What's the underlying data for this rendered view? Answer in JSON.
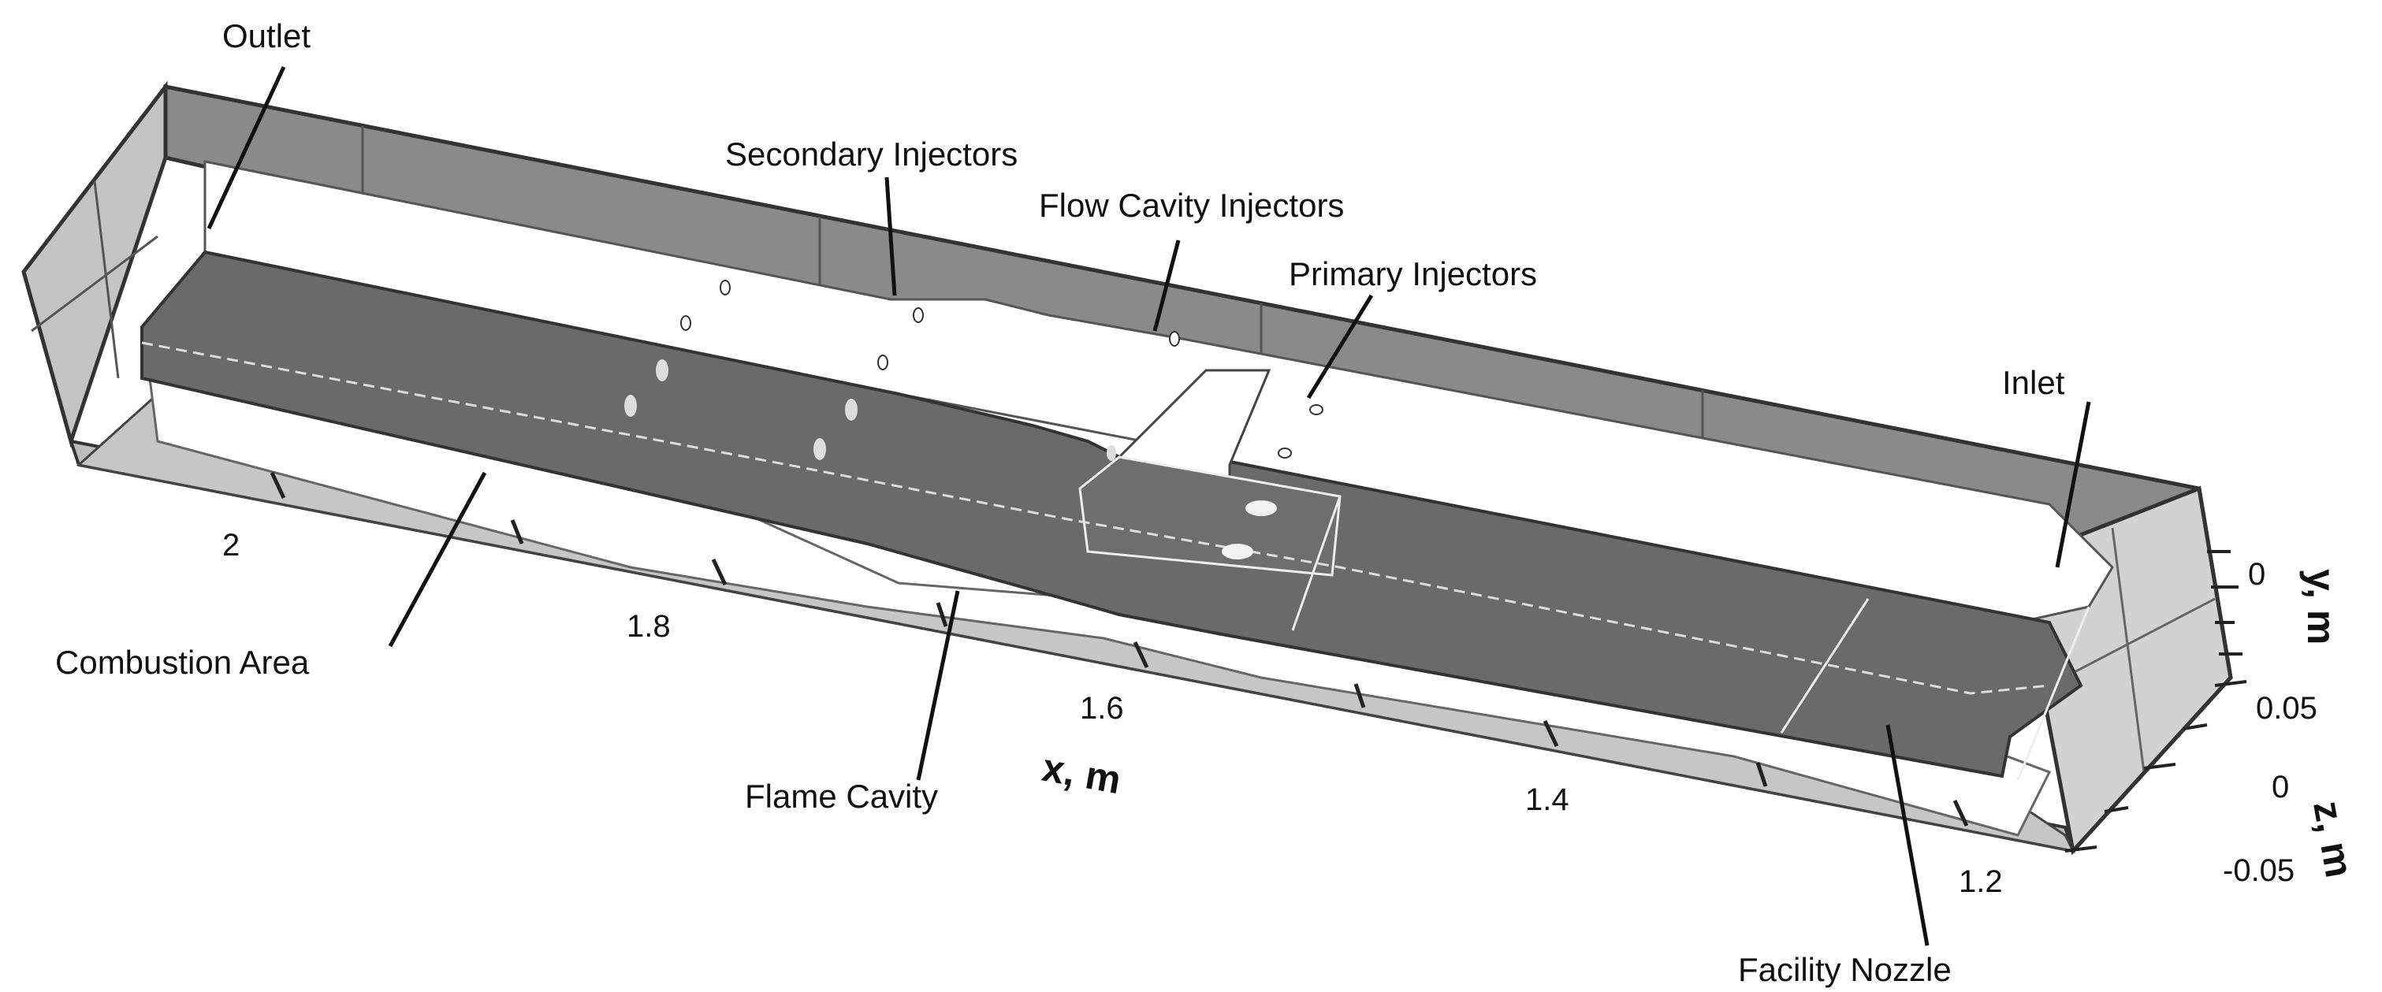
{
  "figure": {
    "labels": {
      "outlet": "Outlet",
      "secondary_injectors": "Secondary Injectors",
      "flow_cavity_injectors": "Flow Cavity Injectors",
      "primary_injectors": "Primary Injectors",
      "inlet": "Inlet",
      "combustion_area": "Combustion Area",
      "flame_cavity": "Flame Cavity",
      "facility_nozzle": "Facility Nozzle"
    },
    "x_axis": {
      "title": "x, m",
      "ticks": [
        "2",
        "1.8",
        "1.6",
        "1.4",
        "1.2"
      ]
    },
    "y_axis": {
      "title": "y, m",
      "ticks": [
        "0"
      ]
    },
    "z_axis": {
      "title": "z, m",
      "ticks": [
        "0.05",
        "0",
        "-0.05"
      ]
    },
    "colors": {
      "duct_floor": "#666666",
      "walls": "#bcbcbc",
      "back_wall": "#8a8a8a",
      "outline": "#333333"
    }
  }
}
